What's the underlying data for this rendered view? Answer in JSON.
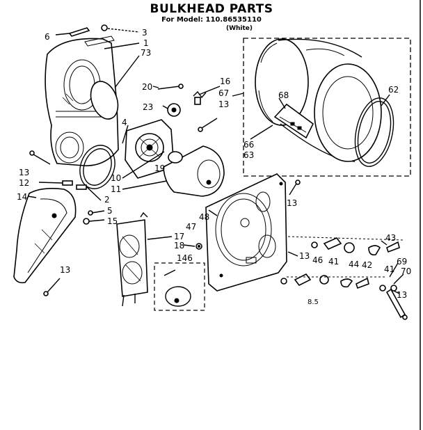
{
  "title": "BULKHEAD PARTS",
  "model_line": "For Model: 110.86535110",
  "color_line": "(White)",
  "corner_code": "8.5",
  "part_labels": [
    {
      "id": "p6",
      "text": "6"
    },
    {
      "id": "p3",
      "text": "3"
    },
    {
      "id": "p1",
      "text": "1"
    },
    {
      "id": "p73",
      "text": "73"
    },
    {
      "id": "p16",
      "text": "16"
    },
    {
      "id": "p20",
      "text": "20"
    },
    {
      "id": "p67",
      "text": "67"
    },
    {
      "id": "p68",
      "text": "68"
    },
    {
      "id": "p62",
      "text": "62"
    },
    {
      "id": "p13a",
      "text": "13"
    },
    {
      "id": "p23",
      "text": "23"
    },
    {
      "id": "p4",
      "text": "4"
    },
    {
      "id": "p66",
      "text": "66"
    },
    {
      "id": "p63",
      "text": "63"
    },
    {
      "id": "p13b",
      "text": "13"
    },
    {
      "id": "p10",
      "text": "10"
    },
    {
      "id": "p19",
      "text": "19"
    },
    {
      "id": "p12",
      "text": "12"
    },
    {
      "id": "p11",
      "text": "11"
    },
    {
      "id": "p2",
      "text": "2"
    },
    {
      "id": "p14",
      "text": "14"
    },
    {
      "id": "p13c",
      "text": "13"
    },
    {
      "id": "p5",
      "text": "5"
    },
    {
      "id": "p15",
      "text": "15"
    },
    {
      "id": "p48",
      "text": "48"
    },
    {
      "id": "p47",
      "text": "47"
    },
    {
      "id": "p17",
      "text": "17"
    },
    {
      "id": "p18",
      "text": "18"
    },
    {
      "id": "p146",
      "text": "146"
    },
    {
      "id": "p43",
      "text": "43"
    },
    {
      "id": "p13d",
      "text": "13"
    },
    {
      "id": "p46",
      "text": "46"
    },
    {
      "id": "p41a",
      "text": "41"
    },
    {
      "id": "p44",
      "text": "44"
    },
    {
      "id": "p42",
      "text": "42"
    },
    {
      "id": "p41b",
      "text": "41"
    },
    {
      "id": "p69",
      "text": "69"
    },
    {
      "id": "p70",
      "text": "70"
    },
    {
      "id": "p13e",
      "text": "13"
    },
    {
      "id": "p13f",
      "text": "13"
    }
  ]
}
